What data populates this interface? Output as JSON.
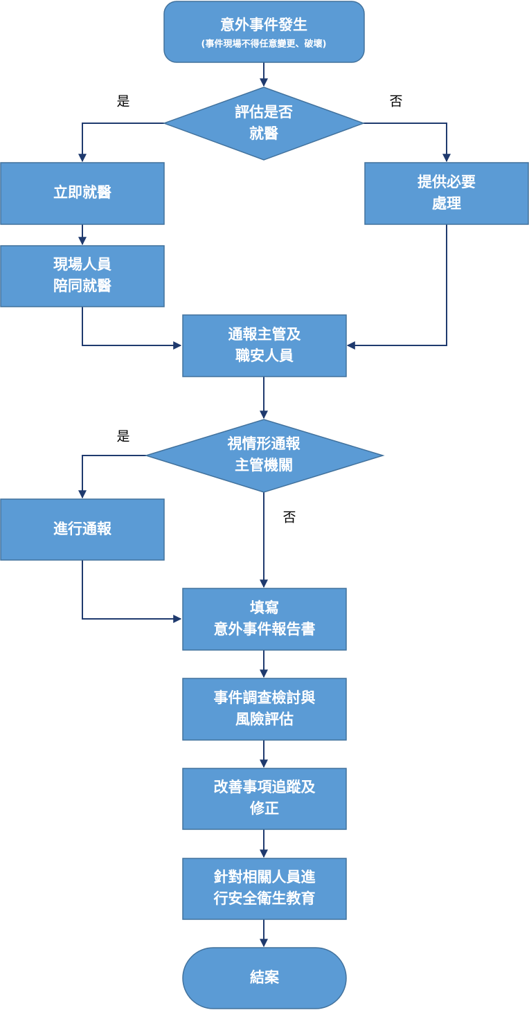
{
  "nodes": {
    "start": {
      "line1": "意外事件發生",
      "sub": "(事件現場不得任意變更、破壞)"
    },
    "assess": {
      "line1": "評估是否",
      "line2": "就醫"
    },
    "immediate": {
      "line1": "立即就醫"
    },
    "provide": {
      "line1": "提供必要",
      "line2": "處理"
    },
    "accompany": {
      "line1": "現場人員",
      "line2": "陪同就醫"
    },
    "notify_supervisor": {
      "line1": "通報主管及",
      "line2": "職安人員"
    },
    "notify_authority_decision": {
      "line1": "視情形通報",
      "line2": "主管機關"
    },
    "do_notify": {
      "line1": "進行通報"
    },
    "fill_report": {
      "line1": "填寫",
      "line2": "意外事件報告書"
    },
    "investigate": {
      "line1": "事件調查檢討與",
      "line2": "風險評估"
    },
    "improve": {
      "line1": "改善事項追蹤及",
      "line2": "修正"
    },
    "educate": {
      "line1": "針對相關人員進",
      "line2": "行安全衛生教育"
    },
    "end": {
      "line1": "結案"
    }
  },
  "edge_labels": {
    "assess_yes": "是",
    "assess_no": "否",
    "authority_yes": "是",
    "authority_no": "否"
  }
}
